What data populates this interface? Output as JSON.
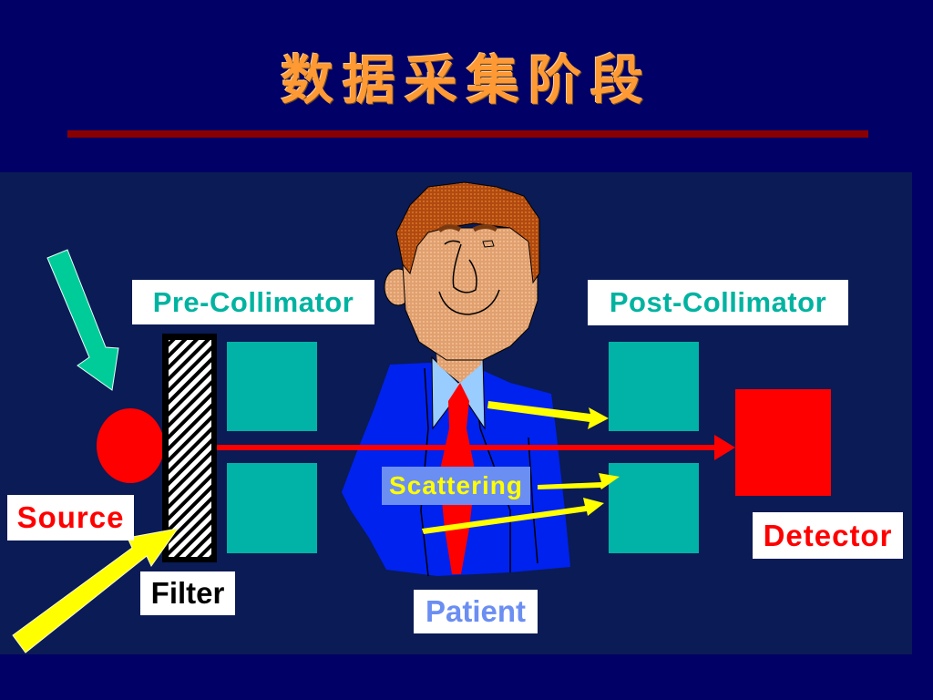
{
  "slide": {
    "title": "数据采集阶段",
    "colors": {
      "background": "#000066",
      "panel": "#0a1b55",
      "title": "#ff9933",
      "rule": "#880000",
      "collimator": "#00b3a6",
      "beam": "#ff0000",
      "source": "#ff0000",
      "detector": "#ff0000",
      "scatter_arrows": "#ffff00",
      "incoming_arrow_green": "#00cc99",
      "incoming_arrow_yellow": "#ffff00"
    }
  },
  "diagram": {
    "labels": {
      "pre_collimator": "Pre-Collimator",
      "post_collimator": "Post-Collimator",
      "source": "Source",
      "filter": "Filter",
      "scattering": "Scattering",
      "patient": "Patient",
      "detector": "Detector"
    },
    "components": [
      {
        "id": "source",
        "shape": "circle"
      },
      {
        "id": "filter",
        "shape": "hatched-rectangle"
      },
      {
        "id": "pre-collimator",
        "shape": "two-blocks"
      },
      {
        "id": "patient",
        "shape": "cartoon-figure"
      },
      {
        "id": "post-collimator",
        "shape": "two-blocks"
      },
      {
        "id": "detector",
        "shape": "rectangle"
      }
    ],
    "arrows": [
      {
        "id": "green-incoming-arrow",
        "to": "source"
      },
      {
        "id": "yellow-incoming-arrow",
        "to": "filter"
      },
      {
        "id": "primary-beam",
        "from": "filter",
        "to": "detector"
      },
      {
        "id": "scatter-arrow-1",
        "to": "post-collimator-top"
      },
      {
        "id": "scatter-arrow-2",
        "to": "post-collimator-bottom"
      },
      {
        "id": "scatter-arrow-3",
        "to": "post-collimator-bottom"
      }
    ]
  }
}
